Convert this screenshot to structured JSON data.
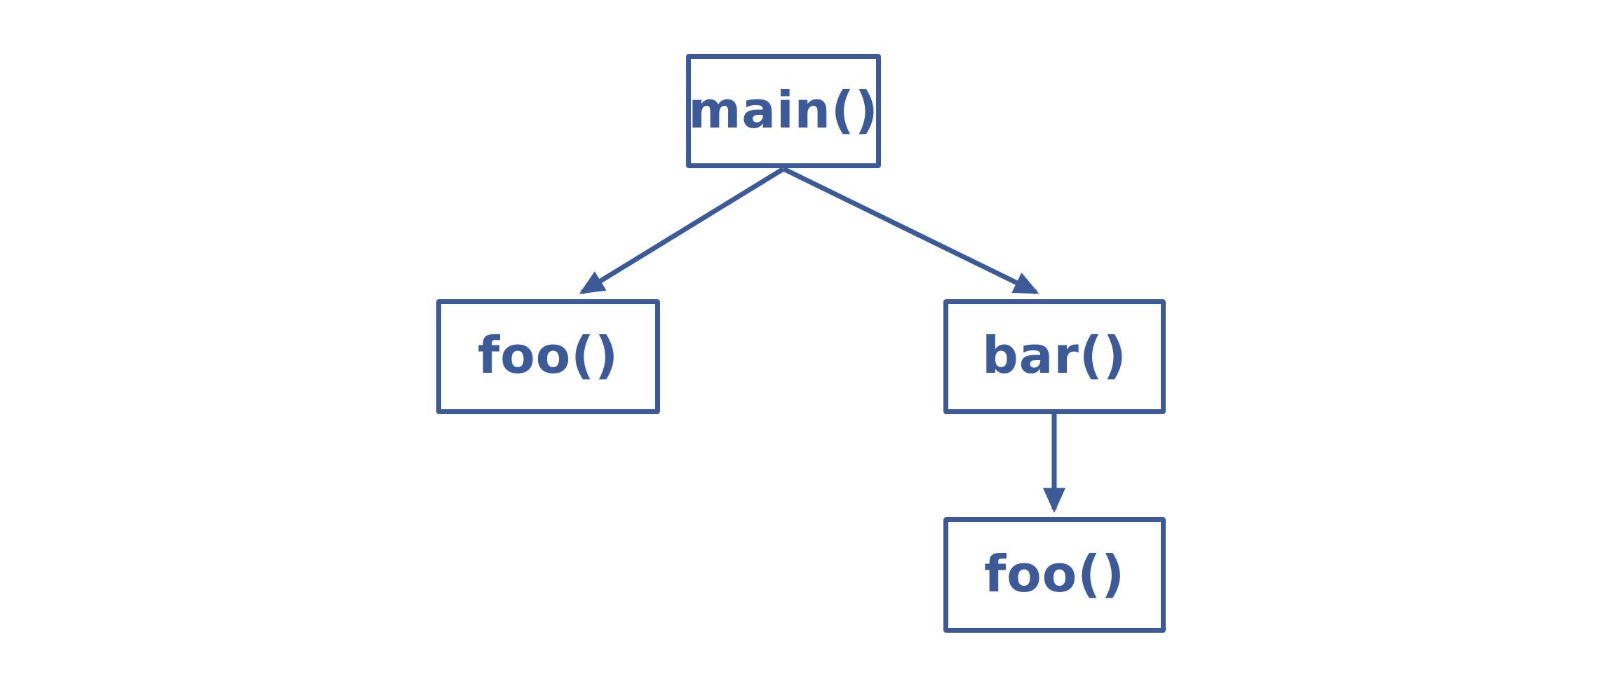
{
  "colors": {
    "stroke": "#3d5a98",
    "text": "#3d5a98",
    "node_fill": "#ffffff",
    "background": "#ffffff"
  },
  "nodes": [
    {
      "id": "main",
      "label": "main()"
    },
    {
      "id": "foo_left",
      "label": "foo()"
    },
    {
      "id": "bar",
      "label": "bar()"
    },
    {
      "id": "foo_bottom",
      "label": "foo()"
    }
  ],
  "edges": [
    {
      "from": "main",
      "to": "foo_left"
    },
    {
      "from": "main",
      "to": "bar"
    },
    {
      "from": "bar",
      "to": "foo_bottom"
    }
  ]
}
